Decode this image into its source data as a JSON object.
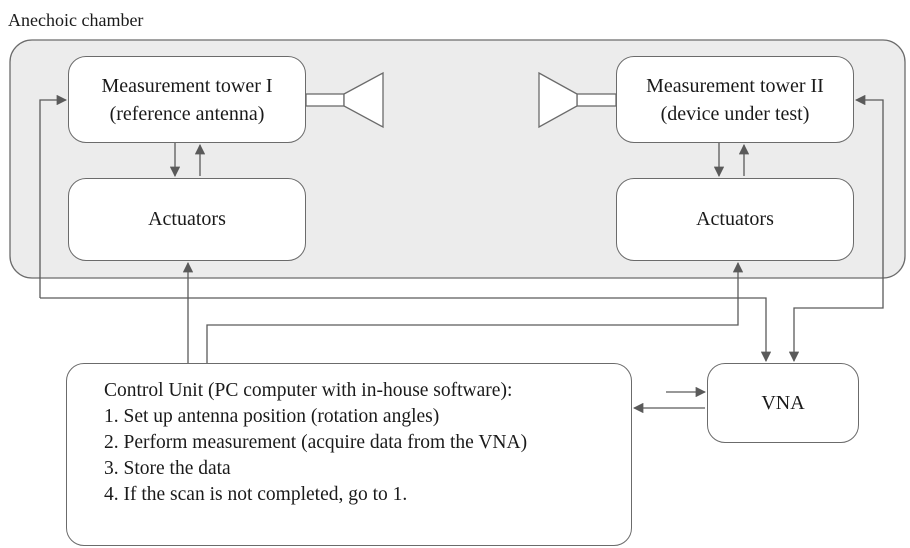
{
  "chamber": {
    "label": "Anechoic chamber"
  },
  "tower1": {
    "line1": "Measurement tower I",
    "line2": "(reference antenna)"
  },
  "tower2": {
    "line1": "Measurement tower II",
    "line2": "(device under test)"
  },
  "actuators1": {
    "label": "Actuators"
  },
  "actuators2": {
    "label": "Actuators"
  },
  "vna": {
    "label": "VNA"
  },
  "control_unit": {
    "heading": "Control Unit (PC computer with in-house software):",
    "steps": [
      "1. Set up antenna position (rotation angles)",
      "2. Perform measurement (acquire data from the VNA)",
      "3. Store the data",
      "4. If the scan is not completed, go to 1."
    ]
  },
  "colors": {
    "line": "#5a5a5a",
    "chamber_fill": "#ececec",
    "box_border": "#6b6b6b"
  }
}
